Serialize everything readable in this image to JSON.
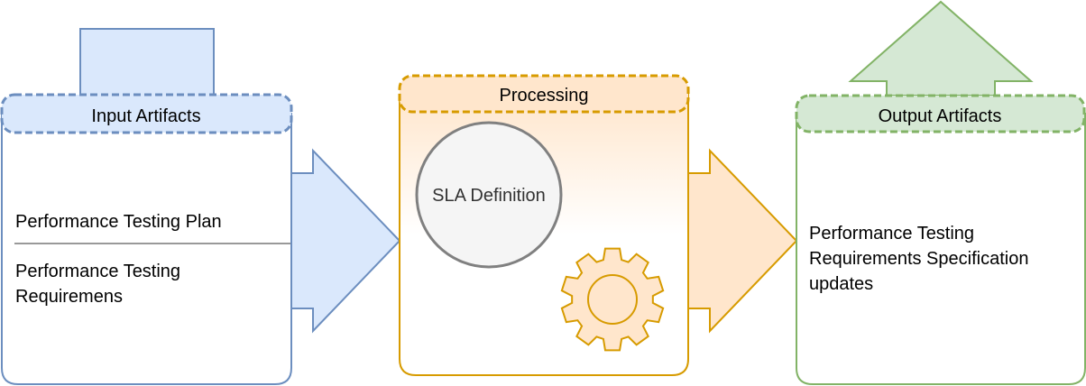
{
  "input": {
    "title": "Input Artifacts",
    "item1": "Performance Testing Plan",
    "item2_line1": "Performance Testing",
    "item2_line2": "Requiremens"
  },
  "processing": {
    "title": "Processing",
    "circle_label": "SLA Definition"
  },
  "output": {
    "title": "Output Artifacts",
    "text_line1": "Performance Testing",
    "text_line2": "Requirements Specification",
    "text_line3": "updates"
  },
  "colors": {
    "blue_fill": "#dae8fc",
    "blue_stroke": "#6c8ebf",
    "orange_fill": "#ffe6cc",
    "orange_stroke": "#d79b00",
    "green_fill": "#d5e8d4",
    "green_stroke": "#82b366",
    "gray_fill": "#f5f5f5",
    "gray_stroke": "#808080"
  }
}
